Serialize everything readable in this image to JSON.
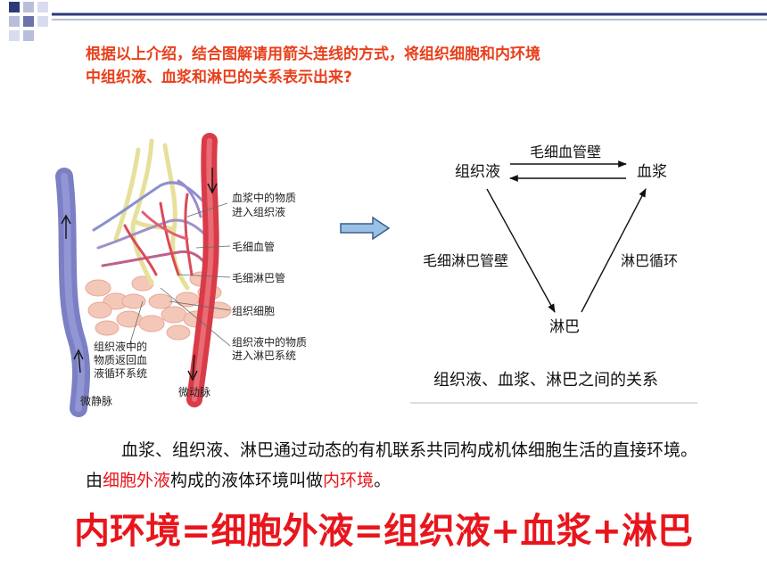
{
  "header": {
    "title_line1": "根据以上介绍，结合图解请用箭头连线的方式，将组织细胞和内环境",
    "title_line2": "中组织液、血浆和淋巴的关系表示出来?"
  },
  "left_figure": {
    "label_plasma_to_tissue_line1": "血浆中的物质",
    "label_plasma_to_tissue_line2": "进入组织液",
    "label_capillary": "毛细血管",
    "label_lymph_capillary": "毛细淋巴管",
    "label_tissue_cell": "组织细胞",
    "label_tissue_to_lymph_line1": "组织液中的物质",
    "label_tissue_to_lymph_line2": "进入淋巴系统",
    "label_tissue_to_blood_line1": "组织液中的",
    "label_tissue_to_blood_line2": "物质返回血",
    "label_tissue_to_blood_line3": "液循环系统",
    "label_venule": "微静脉",
    "label_arteriole": "微动脉"
  },
  "right_figure": {
    "node_tissue_fluid": "组织液",
    "node_plasma": "血浆",
    "node_lymph": "淋巴",
    "edge_capillary_wall": "毛细血管壁",
    "edge_lymph_capillary_wall": "毛细淋巴管壁",
    "edge_lymph_circulation": "淋巴循环",
    "caption": "组织液、血浆、淋巴之间的关系"
  },
  "paragraph": {
    "part1": "血浆、组织液、淋巴通过动态的有机联系共同构成机体细胞生活的直接环境。由",
    "highlight1": "细胞外液",
    "part2": "构成的液体环境叫做",
    "highlight2": "内环境",
    "part3": "。"
  },
  "formula": "内环境=细胞外液=组织液+血浆+淋巴",
  "colors": {
    "title": "#e8401c",
    "highlight": "#e8161c",
    "vein": "#7b7fc4",
    "artery": "#d93b48",
    "lymph": "#e6e09a",
    "tissue_cells": "#f4c8b8",
    "decor": "#2c3a78"
  }
}
